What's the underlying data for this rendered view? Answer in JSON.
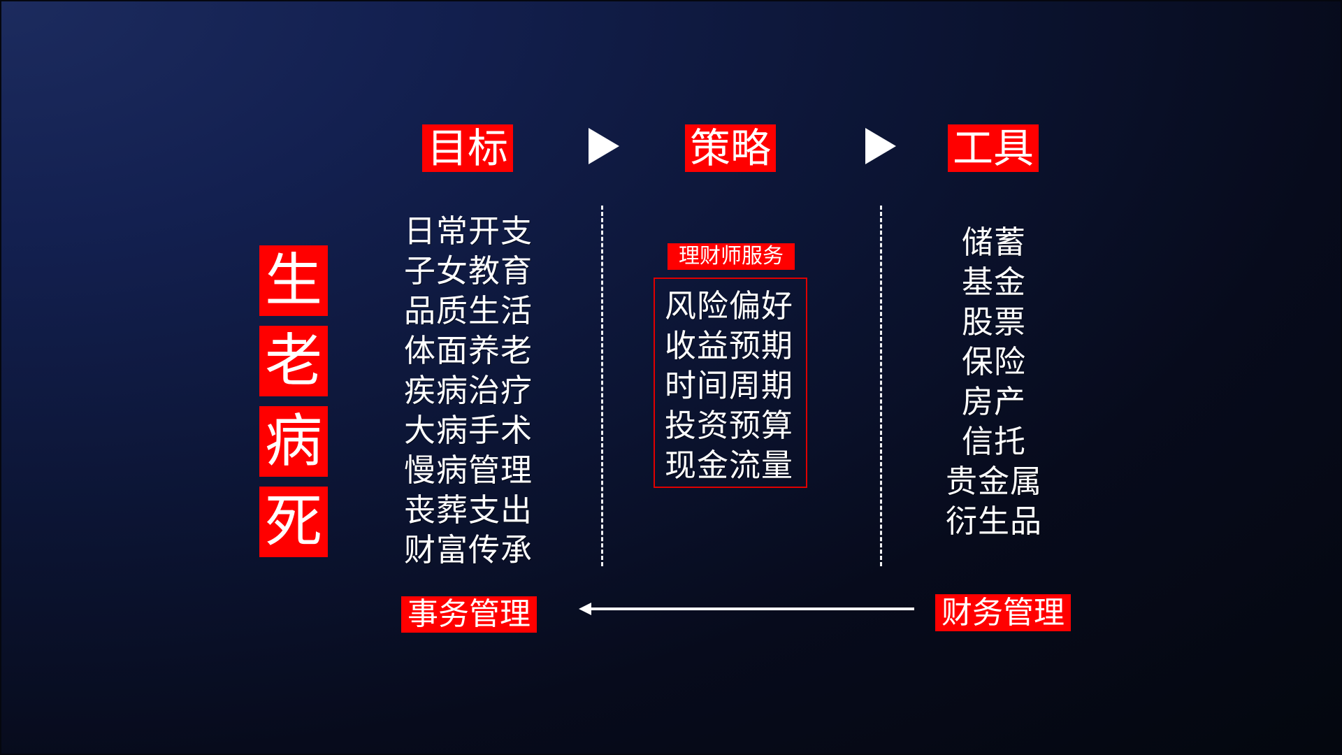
{
  "colors": {
    "accent_red": "#ff0000",
    "box_border_red": "#e00000",
    "text": "#ffffff",
    "bg_top_left": "#1c2b5e",
    "bg_bottom_right": "#04070f"
  },
  "life_stages": [
    "生",
    "老",
    "病",
    "死"
  ],
  "headers": {
    "goal": "目标",
    "strategy": "策略",
    "tools": "工具"
  },
  "goals": {
    "items": [
      "日常开支",
      "子女教育",
      "品质生活",
      "体面养老",
      "疾病治疗",
      "大病手术",
      "慢病管理",
      "丧葬支出",
      "财富传承"
    ]
  },
  "strategy": {
    "service_label": "理财师服务",
    "items": [
      "风险偏好",
      "收益预期",
      "时间周期",
      "投资预算",
      "现金流量"
    ]
  },
  "tools": {
    "items": [
      "储蓄",
      "基金",
      "股票",
      "保险",
      "房产",
      "信托",
      "贵金属",
      "衍生品"
    ]
  },
  "footer": {
    "left_label": "事务管理",
    "right_label": "财务管理",
    "arrow_direction": "right-to-left"
  }
}
